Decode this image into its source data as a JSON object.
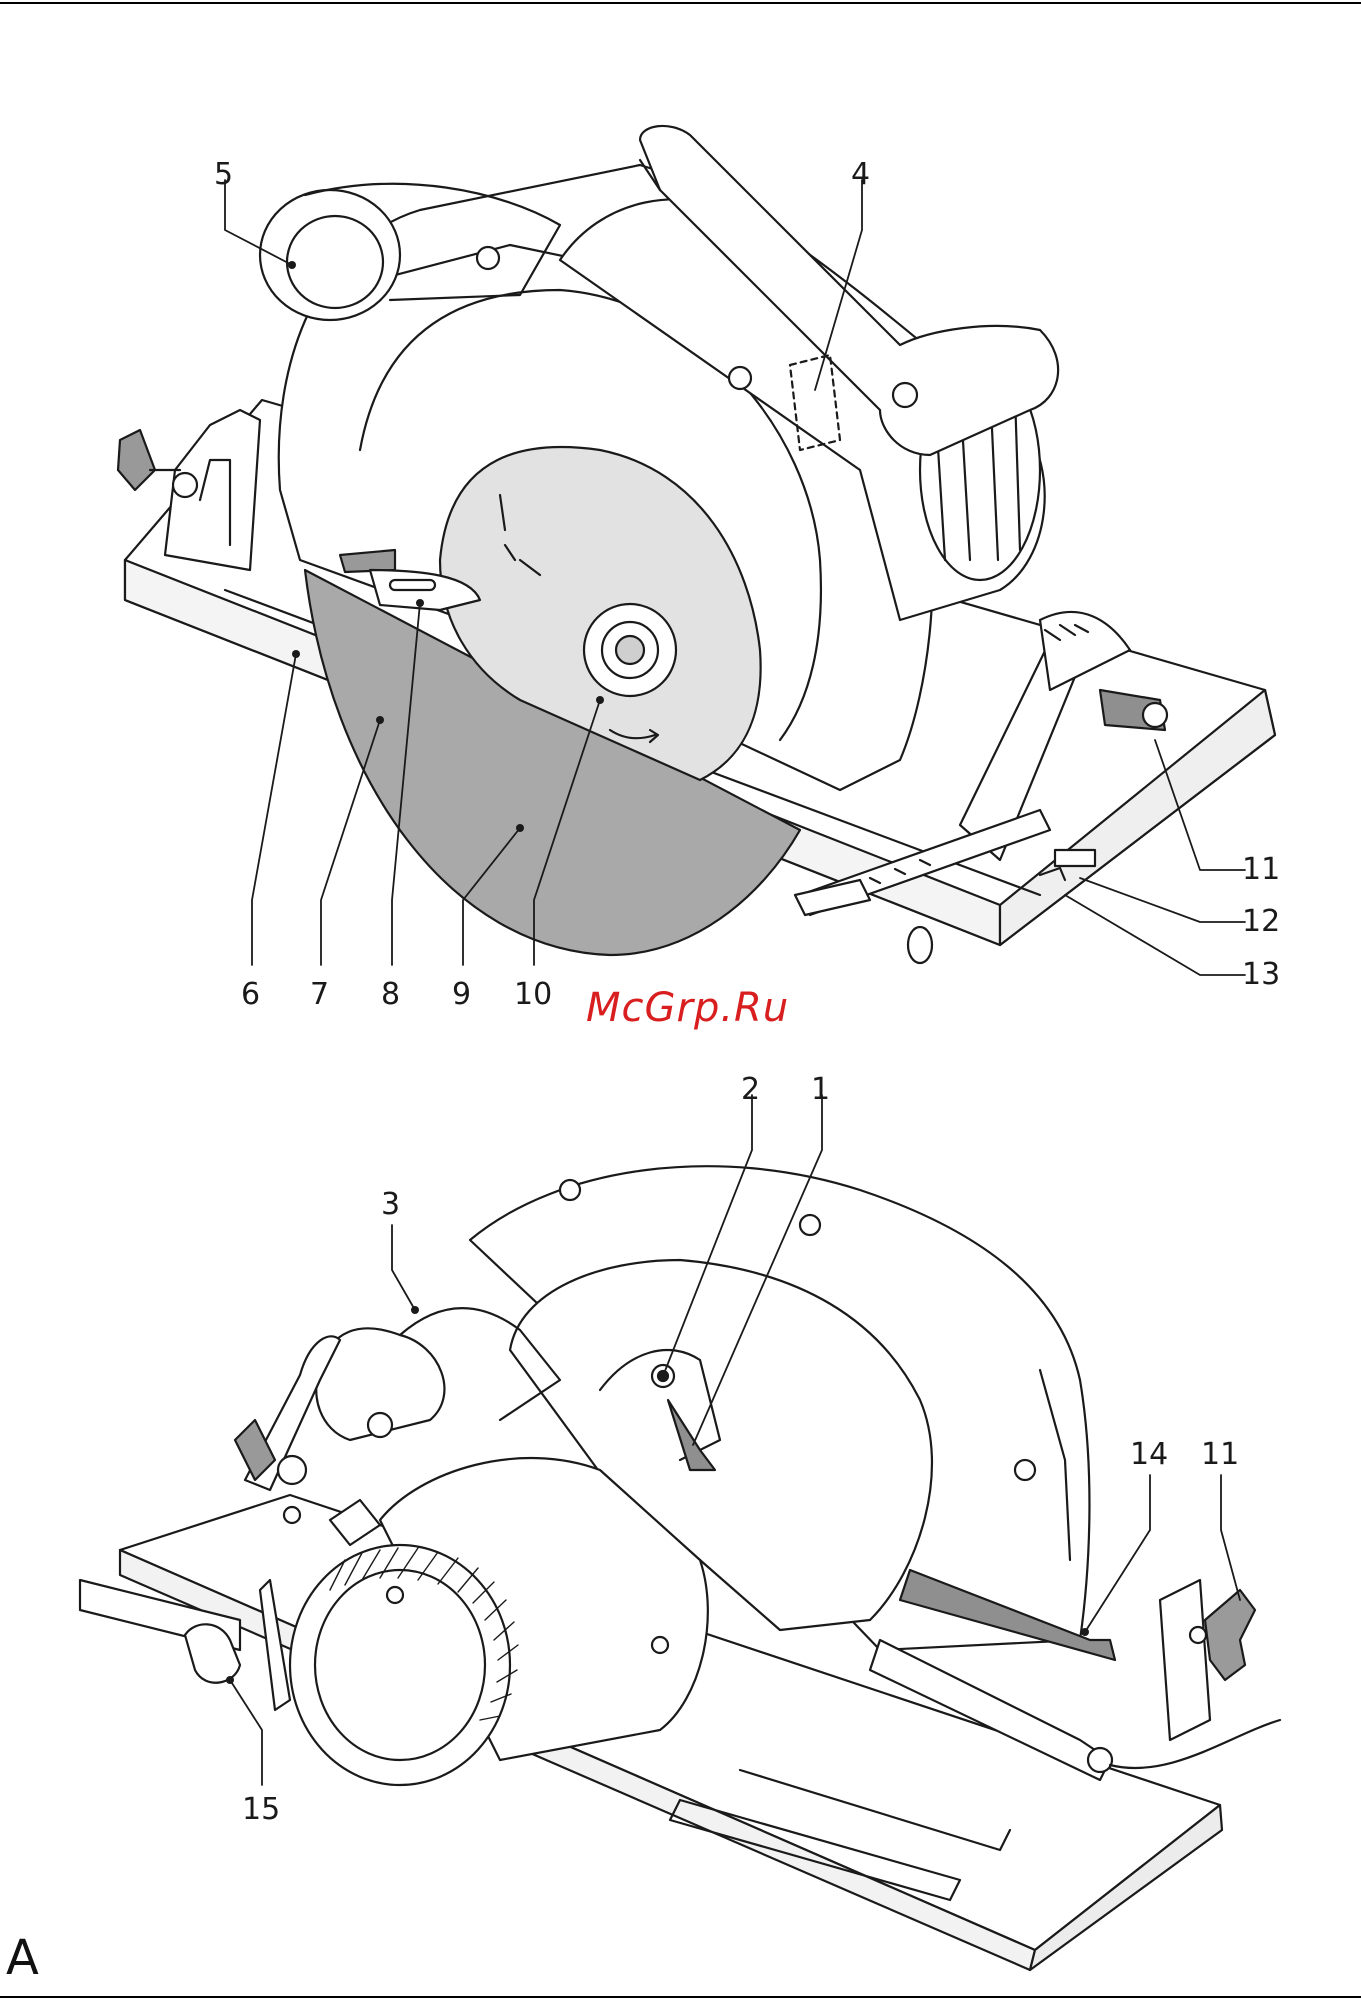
{
  "watermark": "McGrp.Ru",
  "figure_letter": "A",
  "callouts_top": [
    "5",
    "4",
    "6",
    "7",
    "8",
    "9",
    "10",
    "11",
    "12",
    "13"
  ],
  "callouts_bottom": [
    "2",
    "1",
    "3",
    "14",
    "11",
    "15"
  ]
}
